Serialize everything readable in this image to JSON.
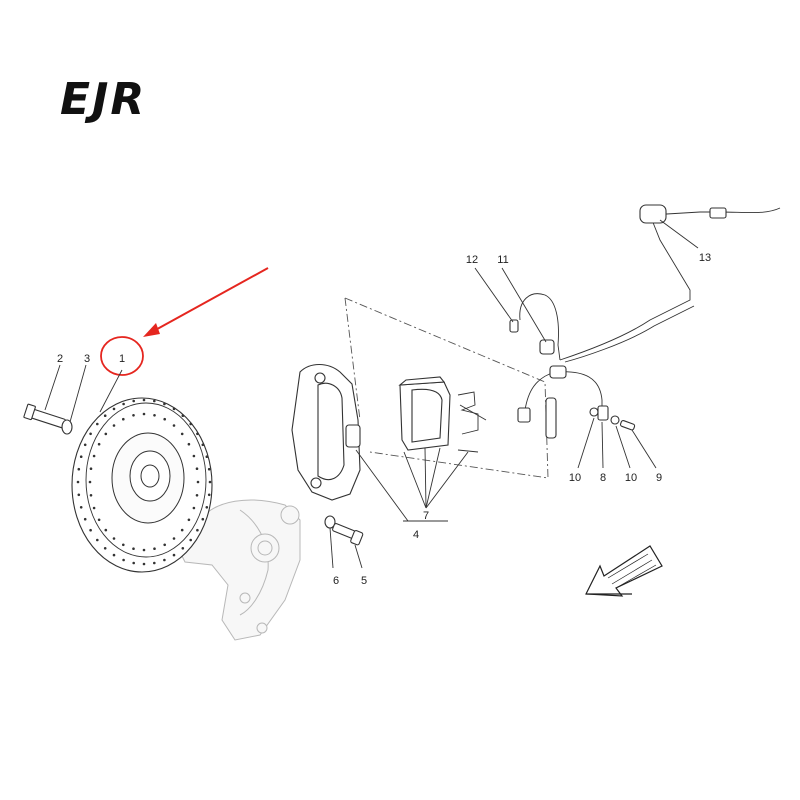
{
  "logo": {
    "text": "EJR",
    "color": "#111111"
  },
  "highlight": {
    "color": "#e5261f",
    "target_label": "1"
  },
  "callouts": [
    {
      "id": "c1",
      "label": "1"
    },
    {
      "id": "c2",
      "label": "2"
    },
    {
      "id": "c3",
      "label": "3"
    },
    {
      "id": "c4",
      "label": "4"
    },
    {
      "id": "c5",
      "label": "5"
    },
    {
      "id": "c6",
      "label": "6"
    },
    {
      "id": "c7",
      "label": "7"
    },
    {
      "id": "c8",
      "label": "8"
    },
    {
      "id": "c9",
      "label": "9"
    },
    {
      "id": "c10a",
      "label": "10"
    },
    {
      "id": "c10b",
      "label": "10"
    },
    {
      "id": "c11",
      "label": "11"
    },
    {
      "id": "c12",
      "label": "12"
    },
    {
      "id": "c13",
      "label": "13"
    }
  ]
}
